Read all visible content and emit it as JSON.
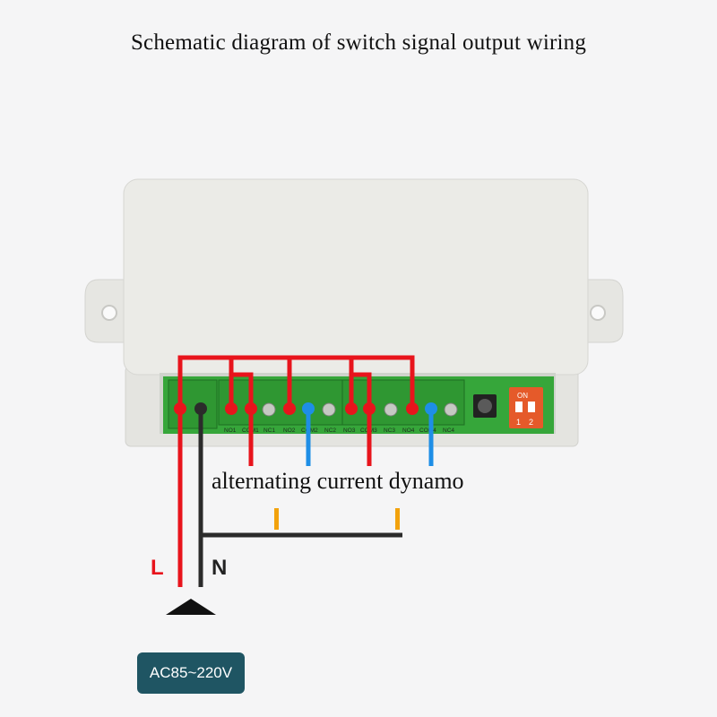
{
  "title": "Schematic diagram of switch signal output wiring",
  "load_label": "alternating current dynamo",
  "line_label": "L",
  "neutral_label": "N",
  "power_label": "AC85~220V",
  "terminals": [
    "NO1",
    "COM1",
    "NC1",
    "NO2",
    "COM2",
    "NC2",
    "NO3",
    "COM3",
    "NC3",
    "NO4",
    "COM4",
    "NC4"
  ],
  "dip_switch": {
    "top_label": "ON",
    "positions": [
      "1",
      "2"
    ]
  },
  "colors": {
    "live_wire": "#e8141c",
    "neutral_wire": "#2b2b2b",
    "common_wire": "#1e8ee6",
    "load_marker": "#f2a20c",
    "pcb": "#36a63a",
    "enclosure": "#ebebe7",
    "badge": "#1f5563"
  }
}
